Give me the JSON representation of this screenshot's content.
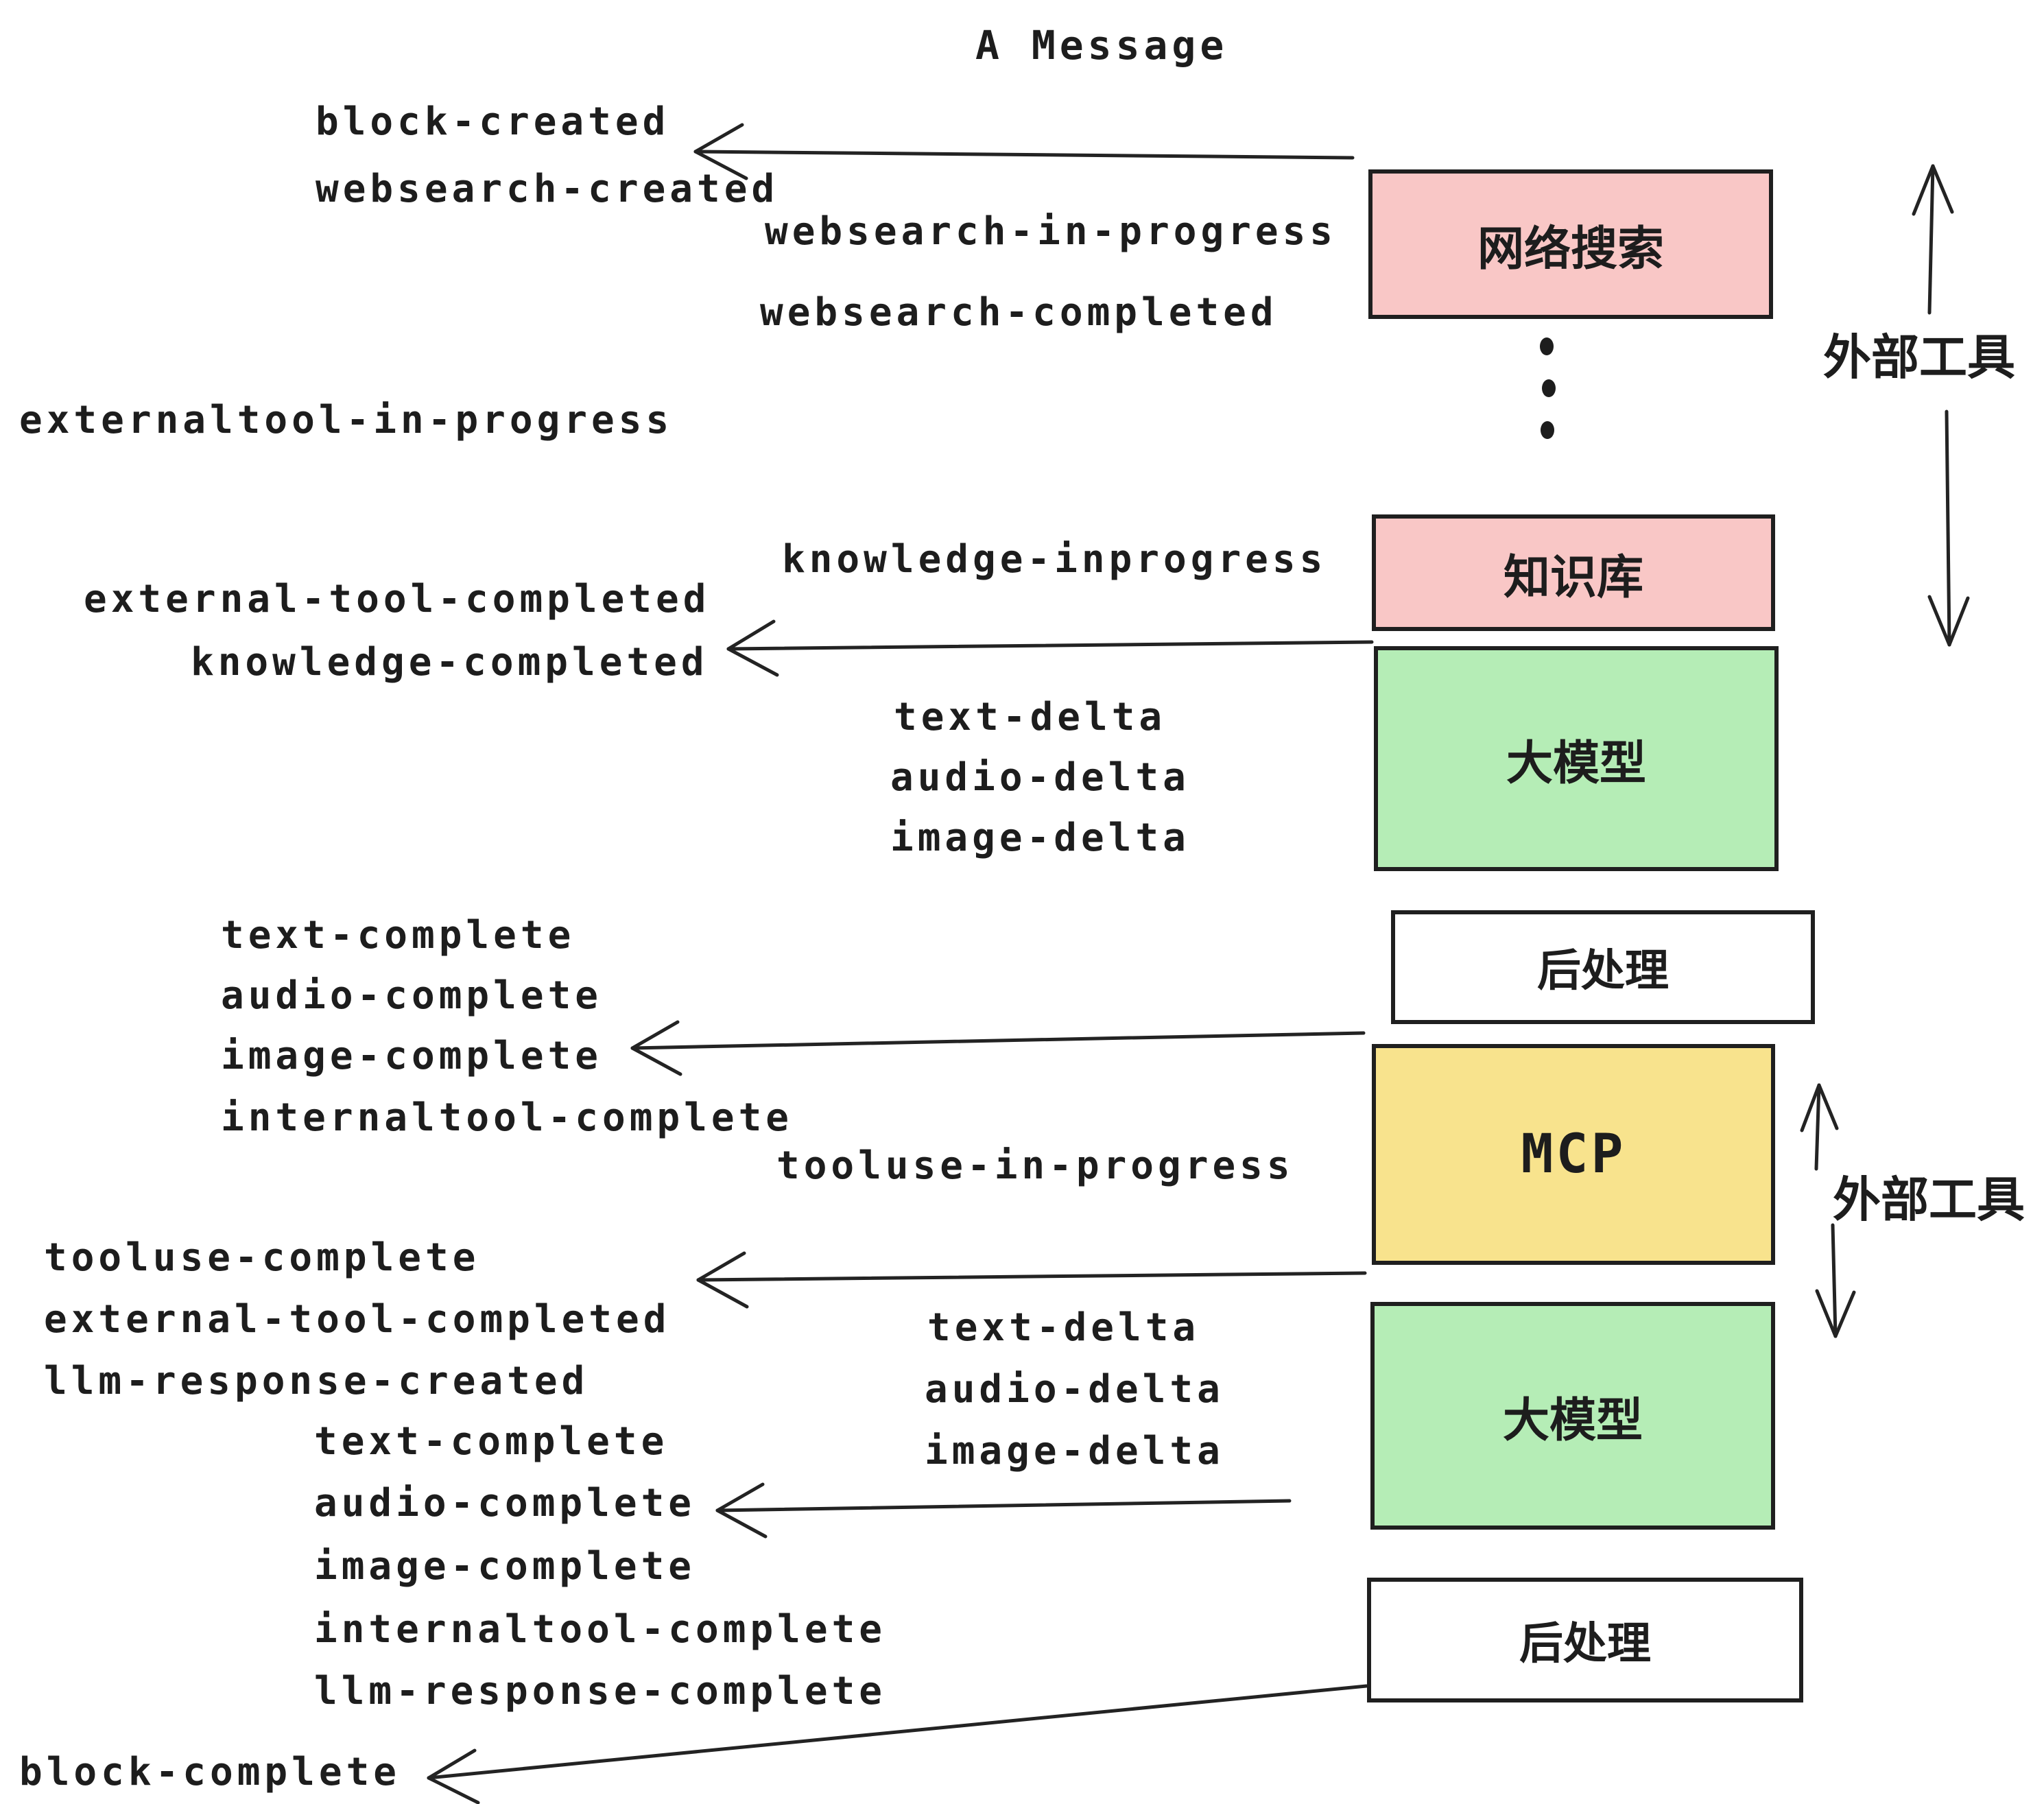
{
  "title": "A Message",
  "boxes": {
    "websearch": "网络搜索",
    "knowledge": "知识库",
    "llm1": "大模型",
    "post1": "后处理",
    "mcp": "MCP",
    "llm2": "大模型",
    "post2": "后处理"
  },
  "side": {
    "external_tools_top": "外部工具",
    "external_tools_bottom": "外部工具"
  },
  "events": {
    "block_created": "block-created",
    "websearch_created": "websearch-created",
    "websearch_in_progress": "websearch-in-progress",
    "websearch_completed": "websearch-completed",
    "externaltool_in_progress": "externaltool-in-progress",
    "knowledge_inprogress": "knowledge-inprogress",
    "external_tool_completed": "external-tool-completed",
    "knowledge_completed": "knowledge-completed",
    "text_delta": "text-delta",
    "audio_delta": "audio-delta",
    "image_delta": "image-delta",
    "text_complete": "text-complete",
    "audio_complete": "audio-complete",
    "image_complete": "image-complete",
    "internaltool_complete": "internaltool-complete",
    "tooluse_in_progress": "tooluse-in-progress",
    "tooluse_complete": "tooluse-complete",
    "llm_response_created": "llm-response-created",
    "llm_response_complete": "llm-response-complete",
    "block_complete": "block-complete"
  },
  "colors": {
    "pink": "#f9c7c6",
    "green": "#b5edb6",
    "yellow": "#f8e38d",
    "white": "#ffffff",
    "stroke": "#1f1f1f",
    "text": "#1d1d1d"
  }
}
